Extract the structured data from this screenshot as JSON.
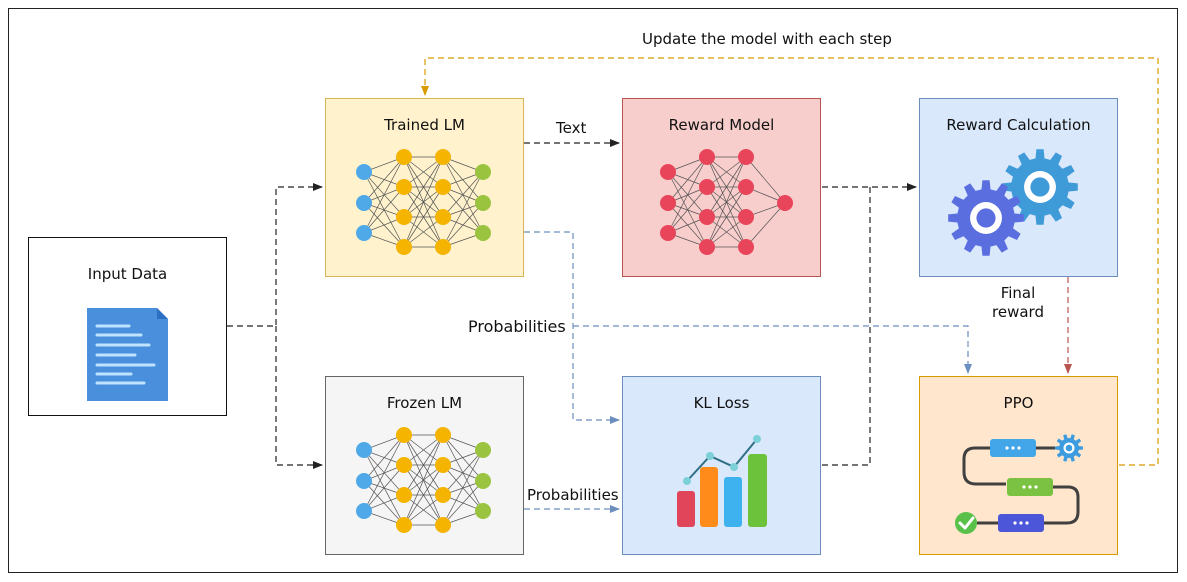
{
  "nodes": {
    "input_data": {
      "title": "Input Data"
    },
    "trained_lm": {
      "title": "Trained LM"
    },
    "frozen_lm": {
      "title": "Frozen LM"
    },
    "reward_model": {
      "title": "Reward Model"
    },
    "kl_loss": {
      "title": "KL Loss"
    },
    "reward_calculation": {
      "title": "Reward Calculation"
    },
    "ppo": {
      "title": "PPO"
    }
  },
  "edge_labels": {
    "text": "Text",
    "probabilities_trained": "Probabilities",
    "probabilities_frozen": "Probabilities",
    "final_reward_line1": "Final",
    "final_reward_line2": "reward",
    "update_loop": "Update the model with each step"
  },
  "colors": {
    "trained_fill": "#fff2cc",
    "trained_border": "#d6b656",
    "frozen_fill": "#f5f5f5",
    "frozen_border": "#666666",
    "reward_fill": "#f8cecc",
    "reward_border": "#b85450",
    "blue_fill": "#dae8fc",
    "blue_border": "#6c8ebf",
    "ppo_fill": "#ffe6cc",
    "ppo_border": "#d79b00",
    "arrow_black": "#222222",
    "arrow_blue": "#6c8ebf",
    "arrow_red": "#b85450",
    "arrow_orange": "#d79b00"
  },
  "icons": {
    "input_data": "document-icon",
    "trained_lm": "neural-network-icon",
    "frozen_lm": "neural-network-icon",
    "reward_model": "neural-network-icon",
    "kl_loss": "bar-chart-icon",
    "reward_calculation": "gears-icon",
    "ppo": "workflow-icon"
  }
}
